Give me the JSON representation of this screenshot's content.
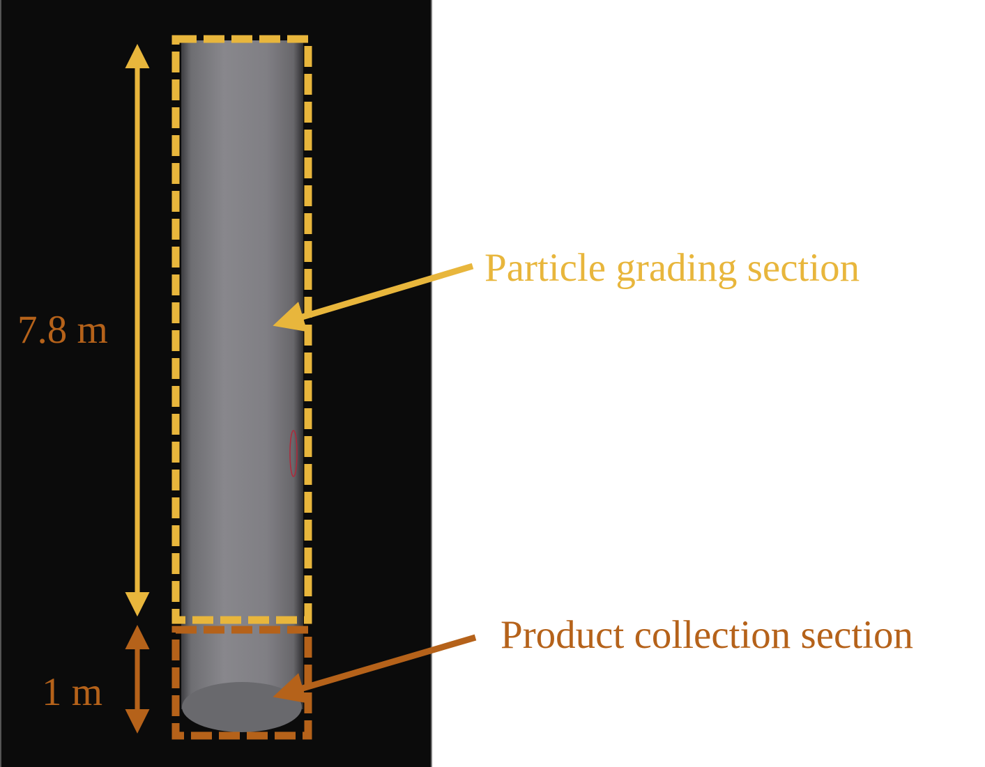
{
  "colors": {
    "background": "#0b0b0b",
    "grading": "#e8b63c",
    "collection": "#b5621a",
    "cylinder": "#7f7f83"
  },
  "sections": [
    {
      "name": "Particle grading section",
      "length": "7.8 m"
    },
    {
      "name": "Product collection section",
      "length": "1 m"
    }
  ]
}
